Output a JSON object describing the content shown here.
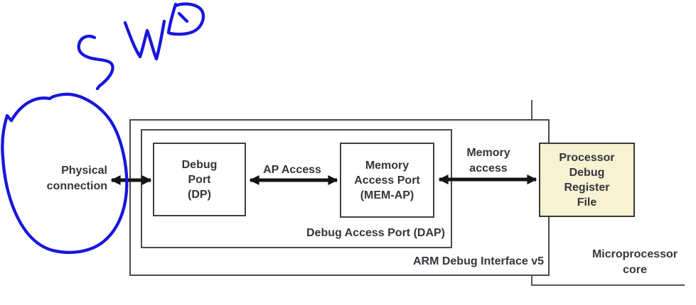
{
  "diagram": {
    "outer_box": {
      "label": "ARM Debug Interface v5"
    },
    "dap_box": {
      "label": "Debug Access Port (DAP)"
    },
    "dp_box": {
      "label": "Debug\nPort\n(DP)"
    },
    "memap_box": {
      "label": "Memory\nAccess Port\n(MEM-AP)"
    },
    "register_file_box": {
      "label": "Processor\nDebug\nRegister\nFile"
    },
    "labels": {
      "physical_connection": "Physical\nconnection",
      "ap_access": "AP Access",
      "memory_access": "Memory\naccess",
      "microprocessor_core": "Microprocessor\ncore"
    },
    "annotations": {
      "handwritten_text": "SWD",
      "circled_region": "Physical connection"
    },
    "colors": {
      "ink_blue": "#1717dd",
      "box_border_gray": "#4a4a4a",
      "arrow_black": "#141414",
      "text_dark": "#33363b",
      "register_file_fill": "#f6f2d2"
    }
  }
}
